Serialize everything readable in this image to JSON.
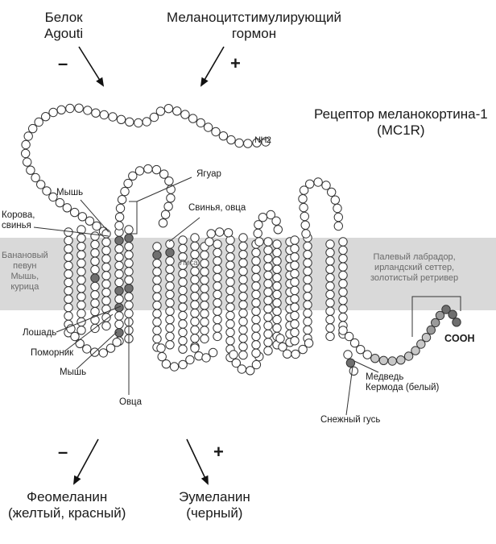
{
  "top_left": {
    "line1": "Белок",
    "line2": "Agouti",
    "sign": "–"
  },
  "top_right": {
    "line1": "Меланоцитстимулирующий",
    "line2": "гормон",
    "sign": "+"
  },
  "receptor": {
    "line1": "Рецептор меланокортина-1",
    "line2": "(MC1R)"
  },
  "terminals": {
    "n": "NH2",
    "c": "COOH"
  },
  "membrane_labels": {
    "left1": "Банановый",
    "left2": "певун",
    "left3": "Мышь,",
    "left4": "курица",
    "fox": "Лиса",
    "right1": "Палевый лабрадор,",
    "right2": "ирландский сеттер,",
    "right3": "золотистый ретривер"
  },
  "labels": {
    "jaguar": "Ягуар",
    "mouse_top": "Мышь",
    "cow1": "Корова,",
    "cow2": "свинья",
    "pig_sheep": "Свинья, овца",
    "horse": "Лошадь",
    "skua": "Поморник",
    "mouse_bottom": "Мышь",
    "sheep": "Овца",
    "bear1": "Медведь",
    "bear2": "Кермода (белый)",
    "goose": "Снежный гусь"
  },
  "bottom_left": {
    "line1": "Феомеланин",
    "line2": "(желтый, красный)",
    "sign": "–"
  },
  "bottom_right": {
    "line1": "Эумеланин",
    "line2": "(черный)",
    "sign": "+"
  },
  "colors": {
    "membrane": "#d9d9d9",
    "bead": "#ffffff",
    "mutation": "#6f6f6f",
    "stroke": "#333333",
    "tail_light": "#c8c8c8",
    "tail_mid": "#9a9a9a"
  }
}
